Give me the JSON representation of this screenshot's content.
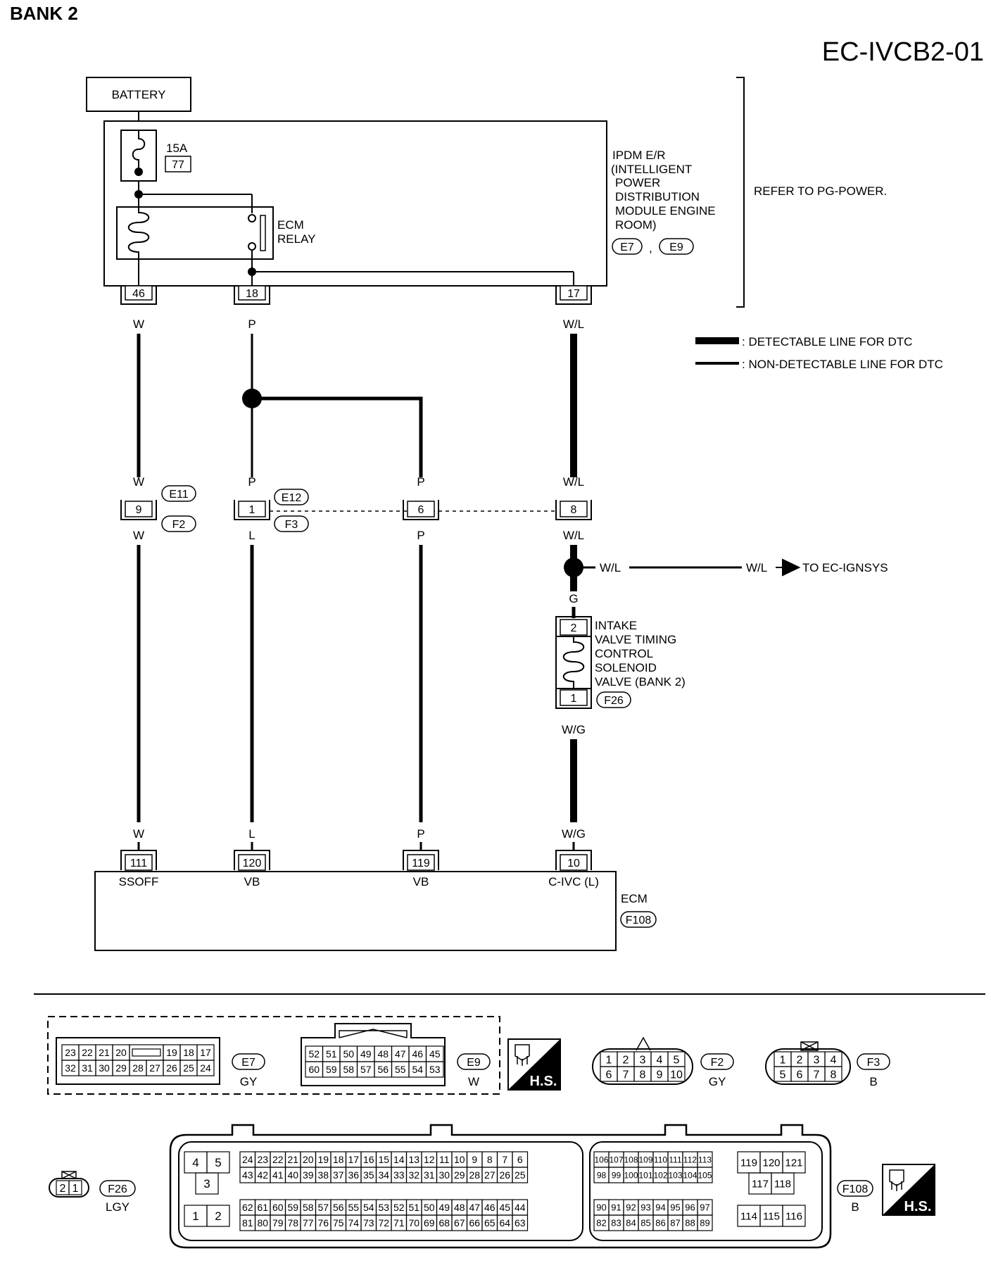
{
  "header": {
    "title": "BANK 2",
    "code": "EC-IVCB2-01"
  },
  "battery": {
    "label": "BATTERY"
  },
  "fuse": {
    "rating": "15A",
    "number": "77"
  },
  "ecm_relay": {
    "line1": "ECM",
    "line2": "RELAY"
  },
  "ipdm": {
    "lines": [
      "IPDM E/R",
      "(INTELLIGENT",
      "POWER",
      "DISTRIBUTION",
      "MODULE ENGINE",
      "ROOM)"
    ],
    "connectors": [
      "E7",
      "E9"
    ],
    "separator": ","
  },
  "refer": "REFER TO PG-POWER.",
  "legend": {
    "detectable": ": DETECTABLE LINE FOR DTC",
    "non_detectable": ": NON-DETECTABLE LINE FOR DTC"
  },
  "ipdm_pins": [
    "46",
    "18",
    "17"
  ],
  "wires": {
    "w": "W",
    "p": "P",
    "wl": "W/L",
    "l": "L",
    "g": "G",
    "wg": "W/G"
  },
  "joint": {
    "pins": [
      "9",
      "1",
      "6",
      "8"
    ],
    "connectors_top": [
      "E11",
      "E12"
    ],
    "connectors_bottom": [
      "F2",
      "F3"
    ]
  },
  "ign_branch": {
    "wire1": "W/L",
    "wire2": "W/L",
    "destination": "TO EC-IGNSYS"
  },
  "solenoid": {
    "lines": [
      "INTAKE",
      "VALVE TIMING",
      "CONTROL",
      "SOLENOID",
      "VALVE (BANK 2)"
    ],
    "pins": [
      "2",
      "1"
    ],
    "connector": "F26"
  },
  "ecm": {
    "label": "ECM",
    "connector": "F108",
    "pins": [
      "111",
      "120",
      "119",
      "10"
    ],
    "pin_names": [
      "SSOFF",
      "VB",
      "VB",
      "C-IVC (L)"
    ]
  },
  "views": {
    "e7": {
      "id": "E7",
      "color": "GY",
      "top": [
        "23",
        "22",
        "21",
        "20",
        "",
        "19",
        "18",
        "17"
      ],
      "bottom": [
        "32",
        "31",
        "30",
        "29",
        "28",
        "27",
        "26",
        "25",
        "24"
      ]
    },
    "e9": {
      "id": "E9",
      "color": "W",
      "top": [
        "52",
        "51",
        "50",
        "49",
        "48",
        "47",
        "46",
        "45"
      ],
      "bottom": [
        "60",
        "59",
        "58",
        "57",
        "56",
        "55",
        "54",
        "53"
      ]
    },
    "hs": "H.S.",
    "f2": {
      "id": "F2",
      "color": "GY",
      "top": [
        "1",
        "2",
        "3",
        "4",
        "5"
      ],
      "bottom": [
        "6",
        "7",
        "8",
        "9",
        "10"
      ]
    },
    "f3": {
      "id": "F3",
      "color": "B",
      "top": [
        "1",
        "2",
        "3",
        "4"
      ],
      "bottom": [
        "5",
        "6",
        "7",
        "8"
      ]
    },
    "f26": {
      "id": "F26",
      "color": "LGY",
      "pins": [
        "2",
        "1"
      ]
    },
    "f108": {
      "id": "F108",
      "color": "B",
      "left_block": [
        "4",
        "5",
        "3",
        "1",
        "2"
      ],
      "row1": [
        "24",
        "23",
        "22",
        "21",
        "20",
        "19",
        "18",
        "17",
        "16",
        "15",
        "14",
        "13",
        "12",
        "11",
        "10",
        "9",
        "8",
        "7",
        "6"
      ],
      "row2": [
        "43",
        "42",
        "41",
        "40",
        "39",
        "38",
        "37",
        "36",
        "35",
        "34",
        "33",
        "32",
        "31",
        "30",
        "29",
        "28",
        "27",
        "26",
        "25"
      ],
      "row3": [
        "62",
        "61",
        "60",
        "59",
        "58",
        "57",
        "56",
        "55",
        "54",
        "53",
        "52",
        "51",
        "50",
        "49",
        "48",
        "47",
        "46",
        "45",
        "44"
      ],
      "row4": [
        "81",
        "80",
        "79",
        "78",
        "77",
        "76",
        "75",
        "74",
        "73",
        "72",
        "71",
        "70",
        "69",
        "68",
        "67",
        "66",
        "65",
        "64",
        "63"
      ],
      "mid1": [
        "106",
        "107",
        "108",
        "109",
        "110",
        "111",
        "112",
        "113"
      ],
      "mid2": [
        "98",
        "99",
        "100",
        "101",
        "102",
        "103",
        "104",
        "105"
      ],
      "mid3": [
        "90",
        "91",
        "92",
        "93",
        "94",
        "95",
        "96",
        "97"
      ],
      "mid4": [
        "82",
        "83",
        "84",
        "85",
        "86",
        "87",
        "88",
        "89"
      ],
      "right_block": [
        "119",
        "120",
        "121",
        "117",
        "118",
        "114",
        "115",
        "116"
      ]
    }
  }
}
